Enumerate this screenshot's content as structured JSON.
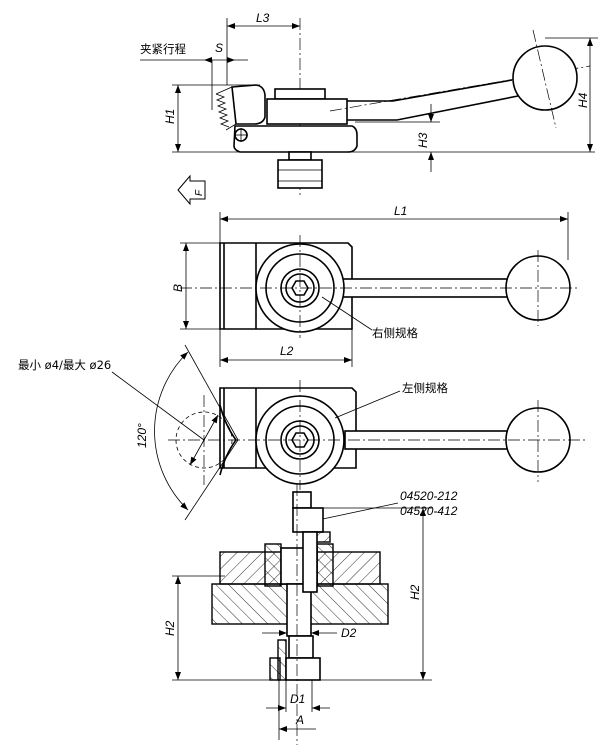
{
  "title": "Cam clamp technical drawing",
  "side_view": {
    "clamping_stroke_label": "夹紧行程",
    "dims": {
      "s": "S",
      "l3": "L3",
      "h1": "H1",
      "h3": "H3",
      "h4": "H4"
    },
    "force_label": "F"
  },
  "top_view_right": {
    "dims": {
      "l1": "L1",
      "b": "B",
      "l2": "L2"
    },
    "version_label": "右侧规格"
  },
  "top_view_left": {
    "version_label": "左侧规格",
    "workpiece_range_label": "最小 ø4/最大 ø26",
    "angle_label": "120°"
  },
  "section_view": {
    "part_numbers": [
      "04520-212",
      "04520-412"
    ],
    "dims": {
      "h2_left": "H2",
      "h2_right": "H2",
      "d1": "D1",
      "d2": "D2",
      "a": "A"
    }
  }
}
